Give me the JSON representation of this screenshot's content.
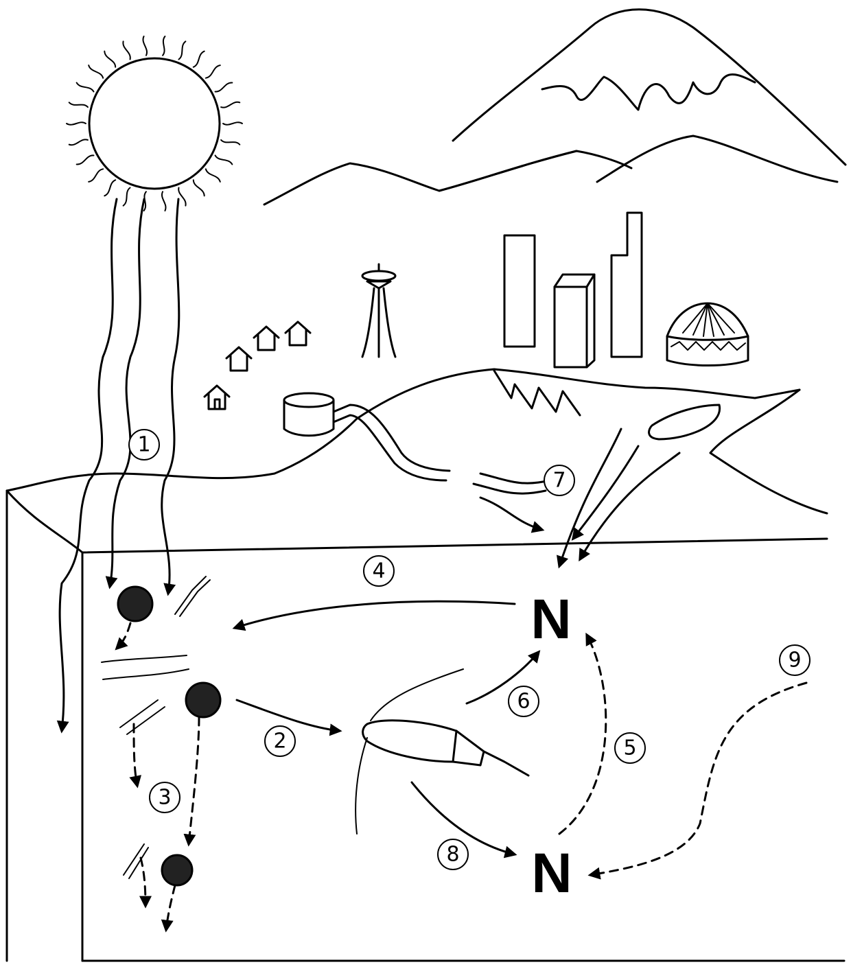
{
  "nodes": {
    "n_upper": "N",
    "n_lower": "N"
  },
  "markers": {
    "m1": "1",
    "m2": "2",
    "m3": "3",
    "m4": "4",
    "m5": "5",
    "m6": "6",
    "m7": "7",
    "m8": "8",
    "m9": "9"
  },
  "icons": [
    "sun-icon",
    "mountain-icon",
    "house-icon",
    "space-needle-icon",
    "skyscraper-icon",
    "yurt-icon",
    "storage-tank-icon",
    "outfall-pipe-icon",
    "river-icon",
    "phytoplankton-icon",
    "diatom-icon",
    "copepod-icon"
  ],
  "colors": {
    "ink": "#000000",
    "paper": "#ffffff"
  }
}
